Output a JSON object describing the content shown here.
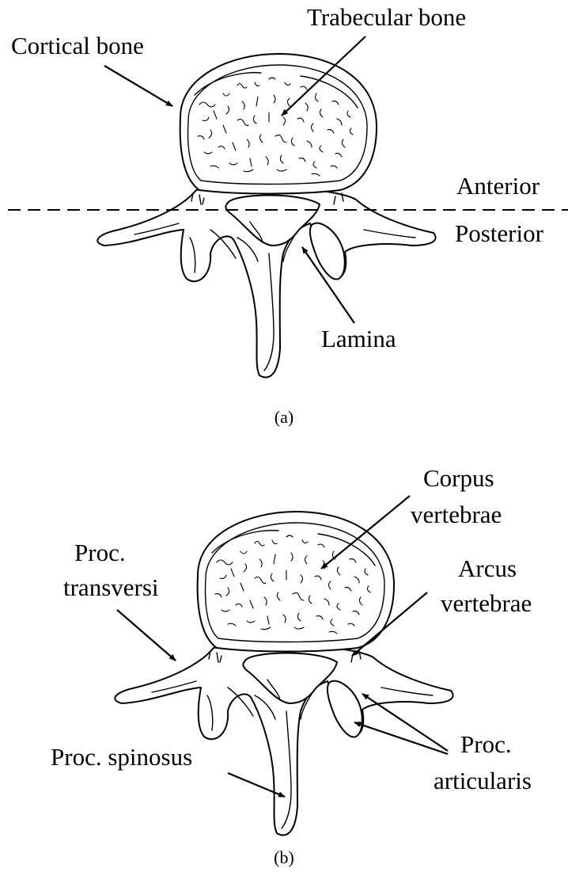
{
  "figure_a": {
    "labels": {
      "cortical_bone": "Cortical bone",
      "trabecular_bone": "Trabecular bone",
      "anterior": "Anterior",
      "posterior": "Posterior",
      "lamina": "Lamina"
    },
    "caption": "(a)"
  },
  "figure_b": {
    "labels": {
      "corpus_line1": "Corpus",
      "corpus_line2": "vertebrae",
      "transversi_line1": "Proc.",
      "transversi_line2": "transversi",
      "arcus_line1": "Arcus",
      "arcus_line2": "vertebrae",
      "spinosus": "Proc. spinosus",
      "articularis_line1": "Proc.",
      "articularis_line2": "articularis"
    },
    "caption": "(b)"
  }
}
